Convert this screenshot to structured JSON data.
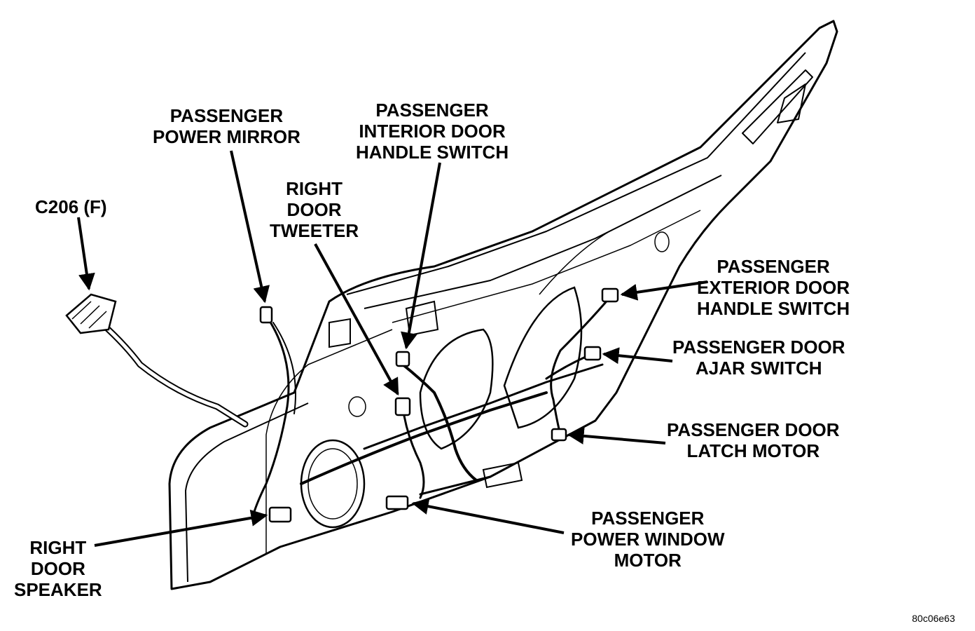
{
  "labels": {
    "c206": [
      "C206 (F)"
    ],
    "power_mirror": [
      "PASSENGER",
      "POWER MIRROR"
    ],
    "interior_handle_switch": [
      "PASSENGER",
      "INTERIOR DOOR",
      "HANDLE SWITCH"
    ],
    "door_tweeter": [
      "RIGHT",
      "DOOR",
      "TWEETER"
    ],
    "exterior_handle_switch": [
      "PASSENGER",
      "EXTERIOR DOOR",
      "HANDLE SWITCH"
    ],
    "ajar_switch": [
      "PASSENGER DOOR",
      "AJAR SWITCH"
    ],
    "latch_motor": [
      "PASSENGER DOOR",
      "LATCH MOTOR"
    ],
    "window_motor": [
      "PASSENGER",
      "POWER WINDOW",
      "MOTOR"
    ],
    "door_speaker": [
      "RIGHT",
      "DOOR",
      "SPEAKER"
    ]
  },
  "figure_id": "80c06e63"
}
